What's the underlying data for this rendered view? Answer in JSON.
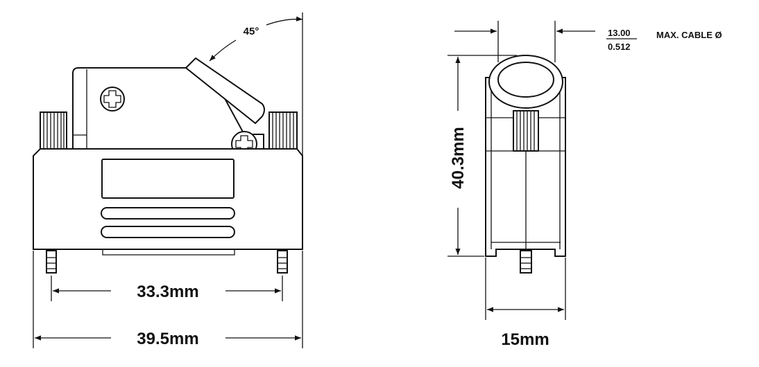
{
  "front_view": {
    "angle_label": "45°",
    "inner_width_label": "33.3mm",
    "outer_width_label": "39.5mm"
  },
  "side_view": {
    "height_label": "40.3mm",
    "depth_label": "15mm",
    "cable_mm": "13.00",
    "cable_in": "0.512",
    "cable_label": "MAX. CABLE Ø"
  },
  "colors": {
    "line": "#111111",
    "background": "#ffffff"
  }
}
